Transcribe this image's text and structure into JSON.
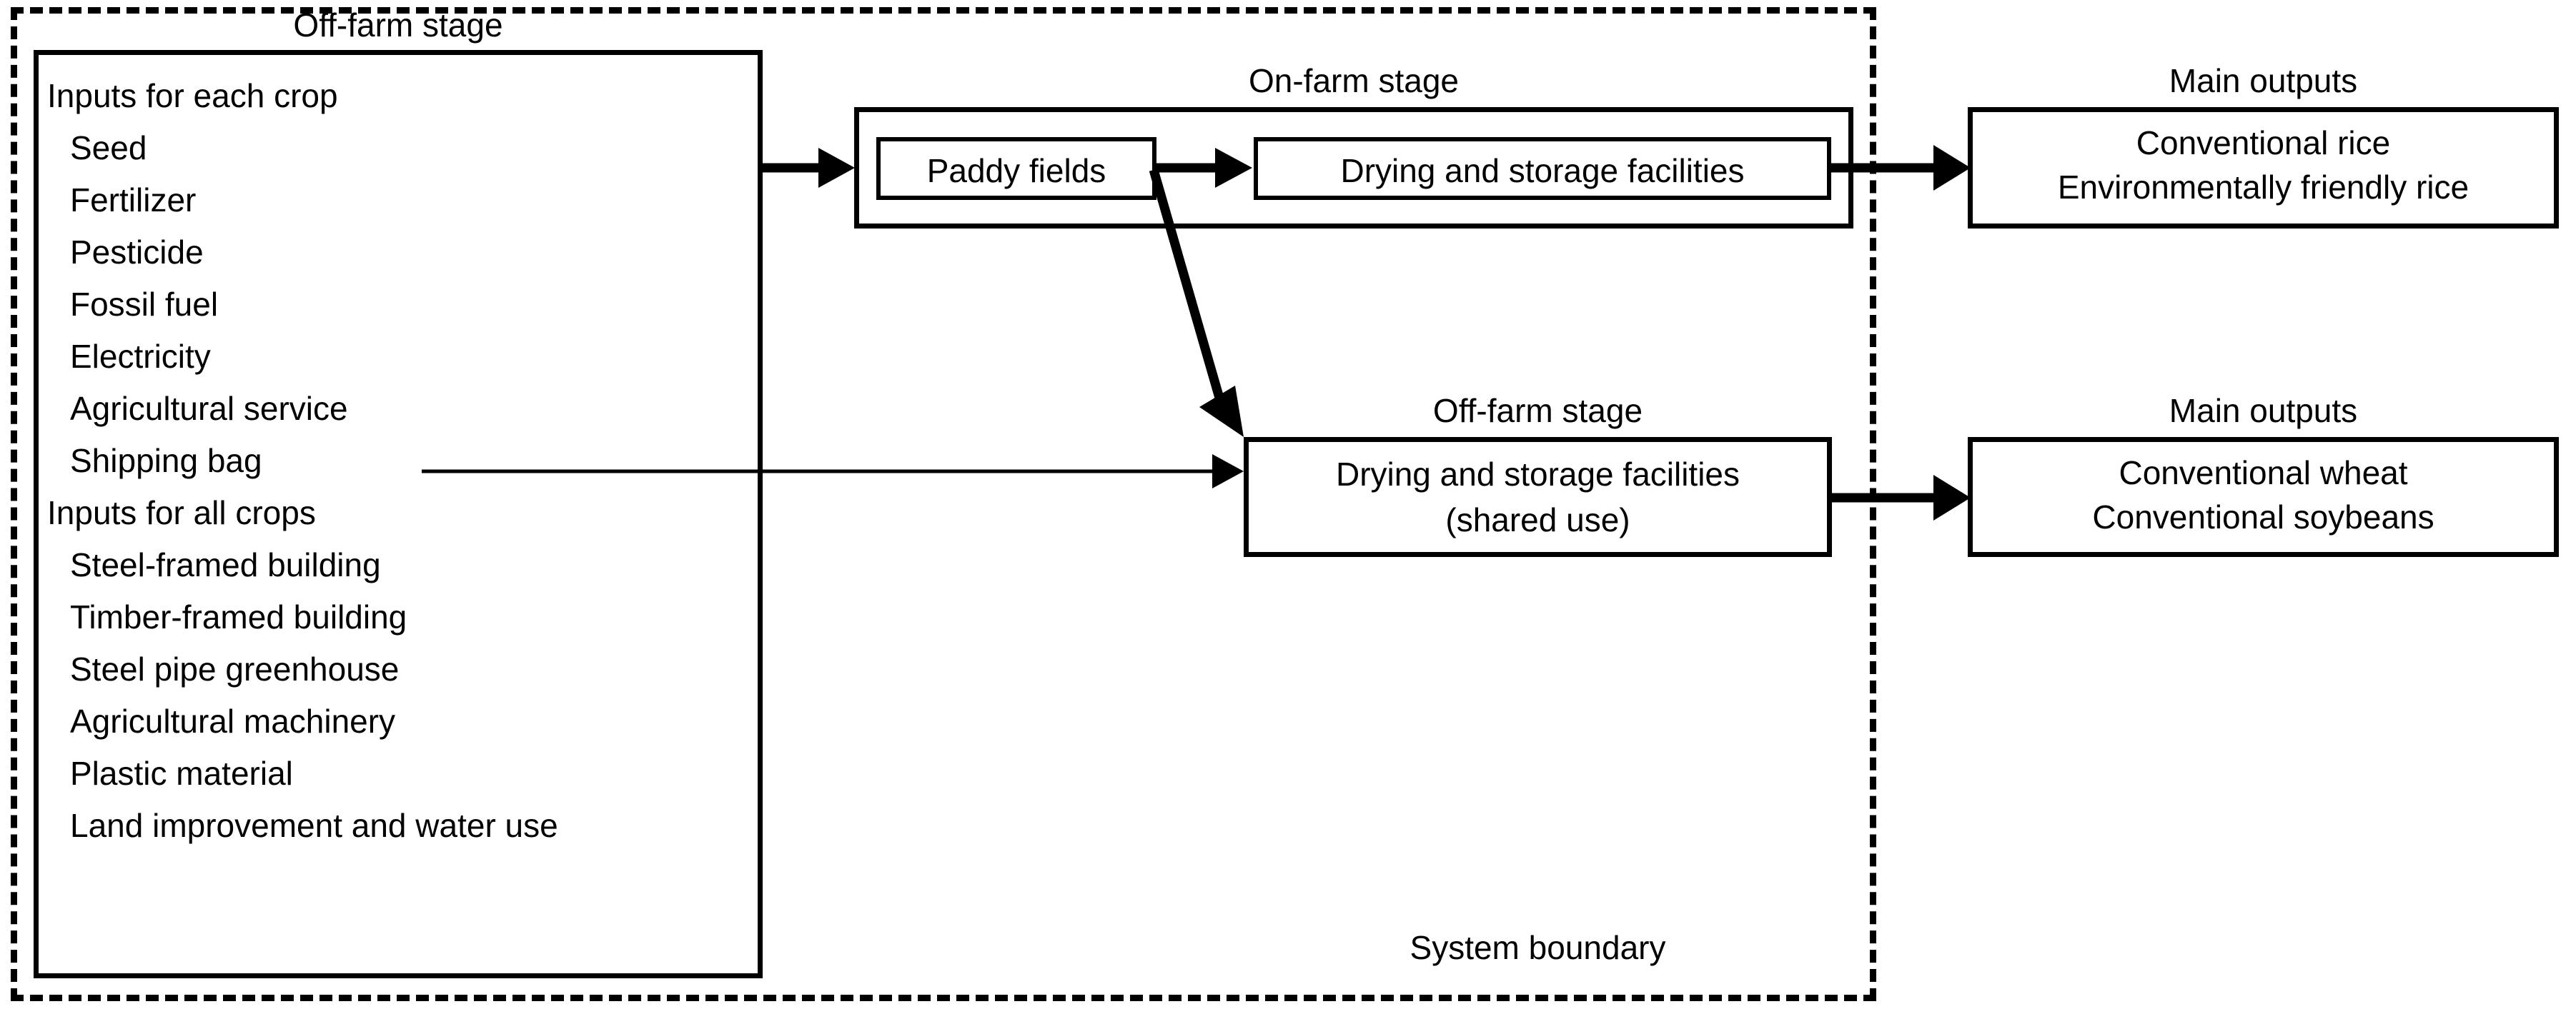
{
  "diagram": {
    "system_boundary_label": "System boundary",
    "offfarm_left": {
      "caption": "Off-farm stage",
      "group_each_crop_label": "Inputs for each crop",
      "each_crop_items": [
        "Seed",
        "Fertilizer",
        "Pesticide",
        "Fossil fuel",
        "Electricity",
        "Agricultural service",
        "Shipping bag"
      ],
      "group_all_crops_label": "Inputs for all crops",
      "all_crops_items": [
        "Steel-framed building",
        "Timber-framed building",
        "Steel pipe greenhouse",
        "Agricultural machinery",
        "Plastic material",
        "Land improvement and water use"
      ]
    },
    "onfarm": {
      "caption": "On-farm stage",
      "paddy_fields": "Paddy fields",
      "drying_storage": "Drying and storage facilities"
    },
    "offfarm_shared": {
      "caption": "Off-farm stage",
      "drying_storage_line1": "Drying and storage facilities",
      "drying_storage_line2": "(shared use)"
    },
    "outputs_rice": {
      "caption": "Main outputs",
      "items": [
        "Conventional rice",
        "Environmentally friendly rice"
      ]
    },
    "outputs_upland": {
      "caption": "Main outputs",
      "items": [
        "Conventional wheat",
        "Conventional soybeans"
      ]
    },
    "colors": {
      "ink": "#000000",
      "paper": "#ffffff"
    }
  }
}
